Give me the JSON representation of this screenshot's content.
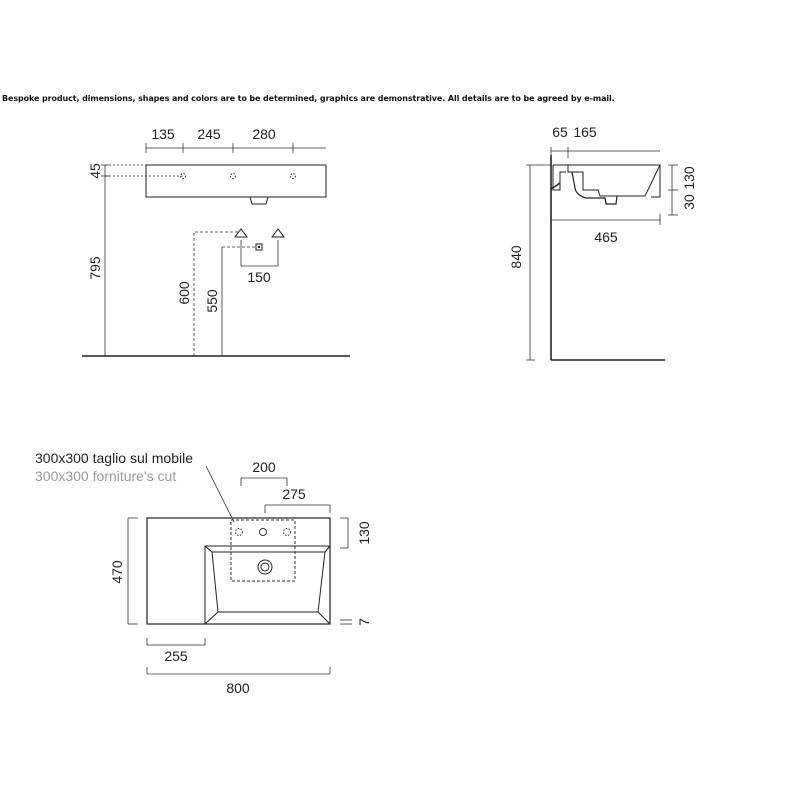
{
  "disclaimer": "Bespoke product, dimensions, shapes and colors are to be determined, graphics are demonstrative. All details are to be agreed by e-mail.",
  "front_view": {
    "top_dims": [
      "135",
      "245",
      "280"
    ],
    "left_dims": [
      "45",
      "795"
    ],
    "supply_spacing": "150",
    "supply_heights": [
      "600",
      "550"
    ]
  },
  "side_view": {
    "top_dims": [
      "65",
      "165"
    ],
    "right_dims": [
      "30",
      "130"
    ],
    "depth": "465",
    "height": "840"
  },
  "plan_view": {
    "cut_label_it": "300x300 taglio sul mobile",
    "cut_label_en": "300x300 forniture's cut",
    "top_dims": [
      "200",
      "275"
    ],
    "left_dim": "470",
    "right_dims": [
      "130",
      "7"
    ],
    "shelf_width": "255",
    "total_width": "800"
  }
}
